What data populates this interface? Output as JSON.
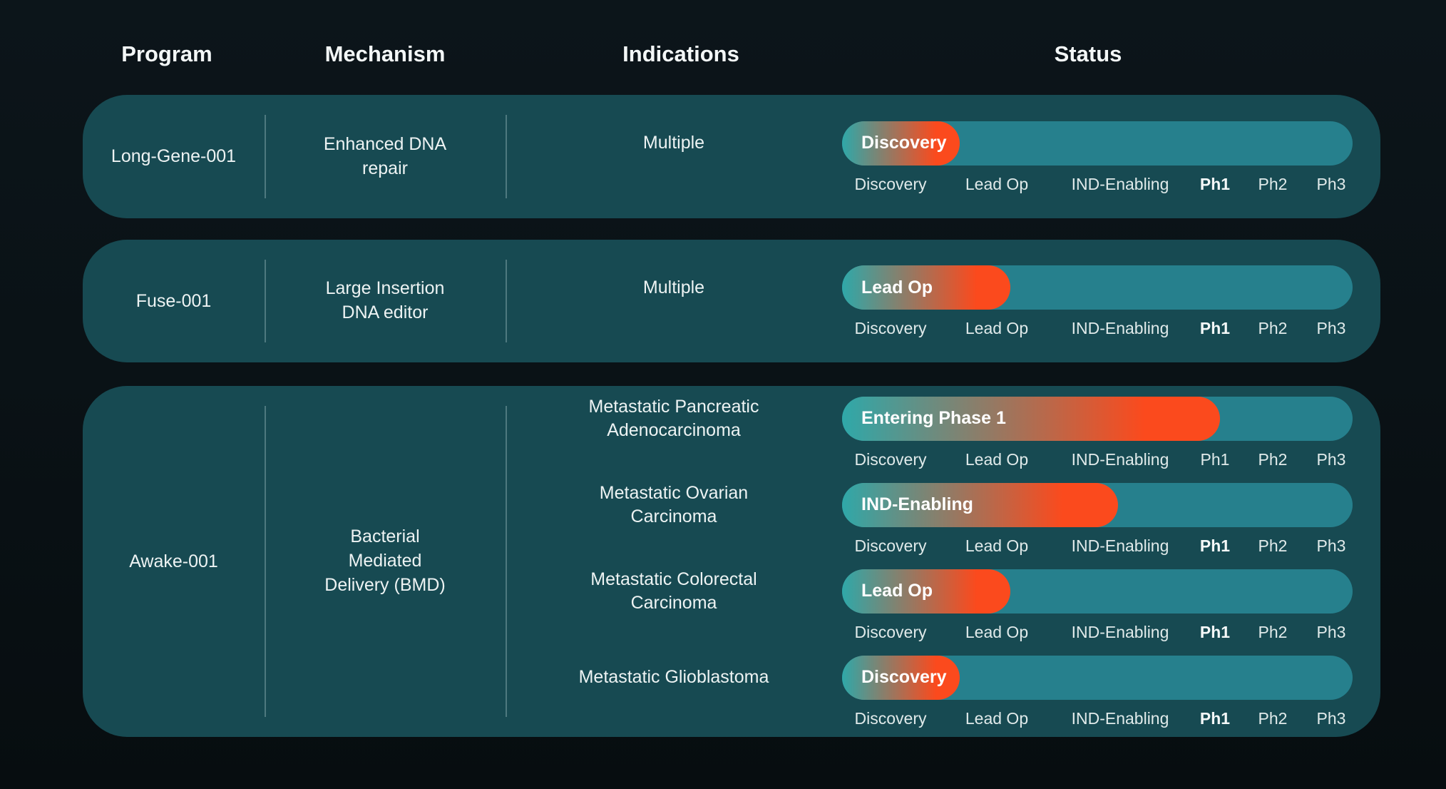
{
  "header": {
    "columns": [
      "Program",
      "Mechanism",
      "Indications",
      "Status"
    ]
  },
  "stage_scale": [
    "Discovery",
    "Lead Op",
    "IND-Enabling",
    "Ph1",
    "Ph2",
    "Ph3"
  ],
  "colors": {
    "page_background": "#0a1216",
    "card_background": "#174a52",
    "track": "#26808d",
    "progress_gradient_start": "#2fa8a9",
    "progress_gradient_end": "#fb4a1d",
    "text": "#edf3f3",
    "divider": "rgba(205,232,232,0.30)"
  },
  "programs": [
    {
      "program": "Long-Gene-001",
      "mechanism": "Enhanced DNA\nrepair",
      "entries": [
        {
          "indication": "Multiple",
          "status": {
            "label": "Discovery",
            "progress_pct": 23,
            "bold_stage": "Ph1"
          }
        }
      ]
    },
    {
      "program": "Fuse-001",
      "mechanism": "Large Insertion\nDNA editor",
      "entries": [
        {
          "indication": "Multiple",
          "status": {
            "label": "Lead Op",
            "progress_pct": 33,
            "bold_stage": "Ph1"
          }
        }
      ]
    },
    {
      "program": "Awake-001",
      "mechanism": "Bacterial\nMediated\nDelivery (BMD)",
      "entries": [
        {
          "indication": "Metastatic Pancreatic\nAdenocarcinoma",
          "status": {
            "label": "Entering Phase 1",
            "progress_pct": 74,
            "bold_stage": null
          }
        },
        {
          "indication": "Metastatic Ovarian\nCarcinoma",
          "status": {
            "label": "IND-Enabling",
            "progress_pct": 54,
            "bold_stage": "Ph1"
          }
        },
        {
          "indication": "Metastatic Colorectal\nCarcinoma",
          "status": {
            "label": "Lead Op",
            "progress_pct": 33,
            "bold_stage": "Ph1"
          }
        },
        {
          "indication": "Metastatic Glioblastoma",
          "status": {
            "label": "Discovery",
            "progress_pct": 23,
            "bold_stage": "Ph1"
          }
        }
      ]
    }
  ],
  "chart_data": {
    "type": "table",
    "title": "",
    "columns": [
      "Program",
      "Mechanism",
      "Indications",
      "Status"
    ],
    "stages": [
      "Discovery",
      "Lead Op",
      "IND-Enabling",
      "Ph1",
      "Ph2",
      "Ph3"
    ],
    "rows": [
      {
        "program": "Long-Gene-001",
        "mechanism": "Enhanced DNA repair",
        "indication": "Multiple",
        "status": "Discovery",
        "progress_fraction": 0.23
      },
      {
        "program": "Fuse-001",
        "mechanism": "Large Insertion DNA editor",
        "indication": "Multiple",
        "status": "Lead Op",
        "progress_fraction": 0.33
      },
      {
        "program": "Awake-001",
        "mechanism": "Bacterial Mediated Delivery (BMD)",
        "indication": "Metastatic Pancreatic Adenocarcinoma",
        "status": "Entering Phase 1",
        "progress_fraction": 0.74
      },
      {
        "program": "Awake-001",
        "mechanism": "Bacterial Mediated Delivery (BMD)",
        "indication": "Metastatic Ovarian Carcinoma",
        "status": "IND-Enabling",
        "progress_fraction": 0.54
      },
      {
        "program": "Awake-001",
        "mechanism": "Bacterial Mediated Delivery (BMD)",
        "indication": "Metastatic Colorectal Carcinoma",
        "status": "Lead Op",
        "progress_fraction": 0.33
      },
      {
        "program": "Awake-001",
        "mechanism": "Bacterial Mediated Delivery (BMD)",
        "indication": "Metastatic Glioblastoma",
        "status": "Discovery",
        "progress_fraction": 0.23
      }
    ]
  }
}
